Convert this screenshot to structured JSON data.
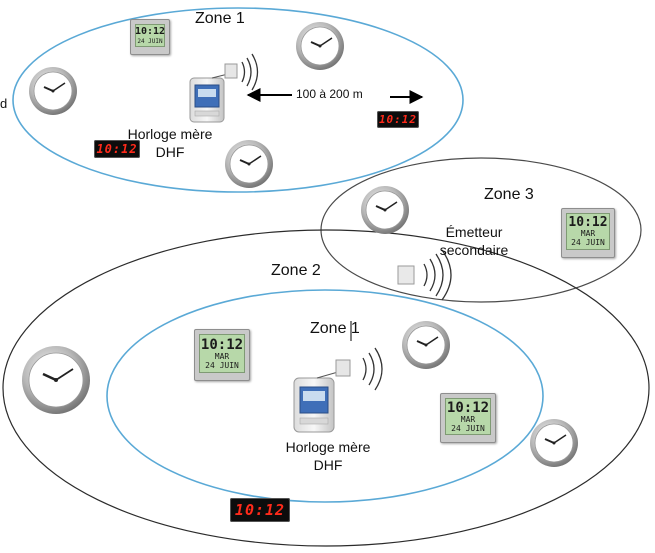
{
  "zones": {
    "zone1_top": "Zone 1",
    "zone2": "Zone 2",
    "zone3": "Zone 3",
    "zone1_inner": "Zone 1"
  },
  "labels": {
    "master_clock_top_line1": "Horloge mère",
    "master_clock_top_line2": "DHF",
    "master_clock_bottom_line1": "Horloge mère",
    "master_clock_bottom_line2": "DHF",
    "secondary_line1": "Émetteur",
    "secondary_line2": "secondaire",
    "distance": "100 à 200 m",
    "cut_left_char": "d"
  },
  "digital_lcd": {
    "time": "10:12",
    "day": "MAR",
    "date": "24 JUIN"
  },
  "digital_red": {
    "time": "10:12"
  },
  "colors": {
    "zone1_outline": "#5aa9d6",
    "zone2_outline": "#2b2b2b",
    "zone3_outline": "#4a4a4a",
    "red_led": "#ff2a1a",
    "lcd_screen": "#b7d8a9"
  }
}
